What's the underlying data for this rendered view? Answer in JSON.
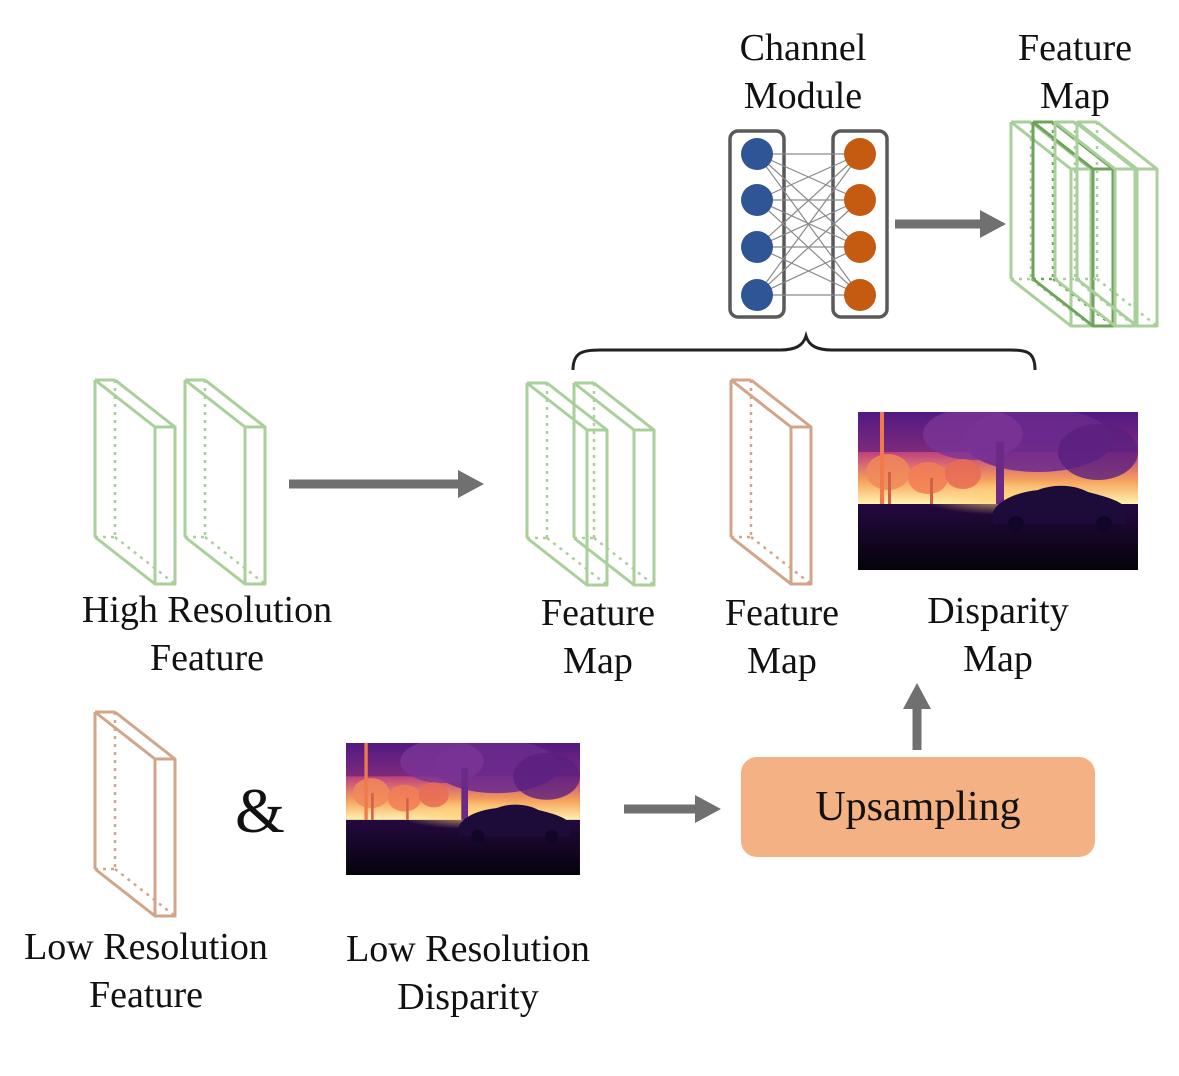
{
  "labels": {
    "channel_module": [
      "Channel",
      "Module"
    ],
    "feature_map_top": [
      "Feature",
      "Map"
    ],
    "high_res_feature": [
      "High Resolution",
      "Feature"
    ],
    "feature_map_mid_green": [
      "Feature",
      "Map"
    ],
    "feature_map_mid_brown": [
      "Feature",
      "Map"
    ],
    "disparity_map": [
      "Disparity",
      "Map"
    ],
    "low_res_feature": [
      "Low Resolution",
      "Feature"
    ],
    "low_res_disparity": [
      "Low Resolution",
      "Disparity"
    ],
    "ampersand": "&",
    "upsampling": "Upsampling"
  },
  "colors": {
    "green_feature": "#a9cf9a",
    "green_feature_dark": "#6ea35c",
    "brown_feature": "#d2a58a",
    "node_blue": "#2f5597",
    "node_orange": "#c55a11",
    "module_border": "#595959",
    "arrow": "#707070",
    "upsampling_fill": "#f4b183",
    "brace": "#222222"
  },
  "icons": {
    "disparity_map_image": "disparity-scene-image",
    "low_res_disparity_image": "disparity-scene-image"
  }
}
